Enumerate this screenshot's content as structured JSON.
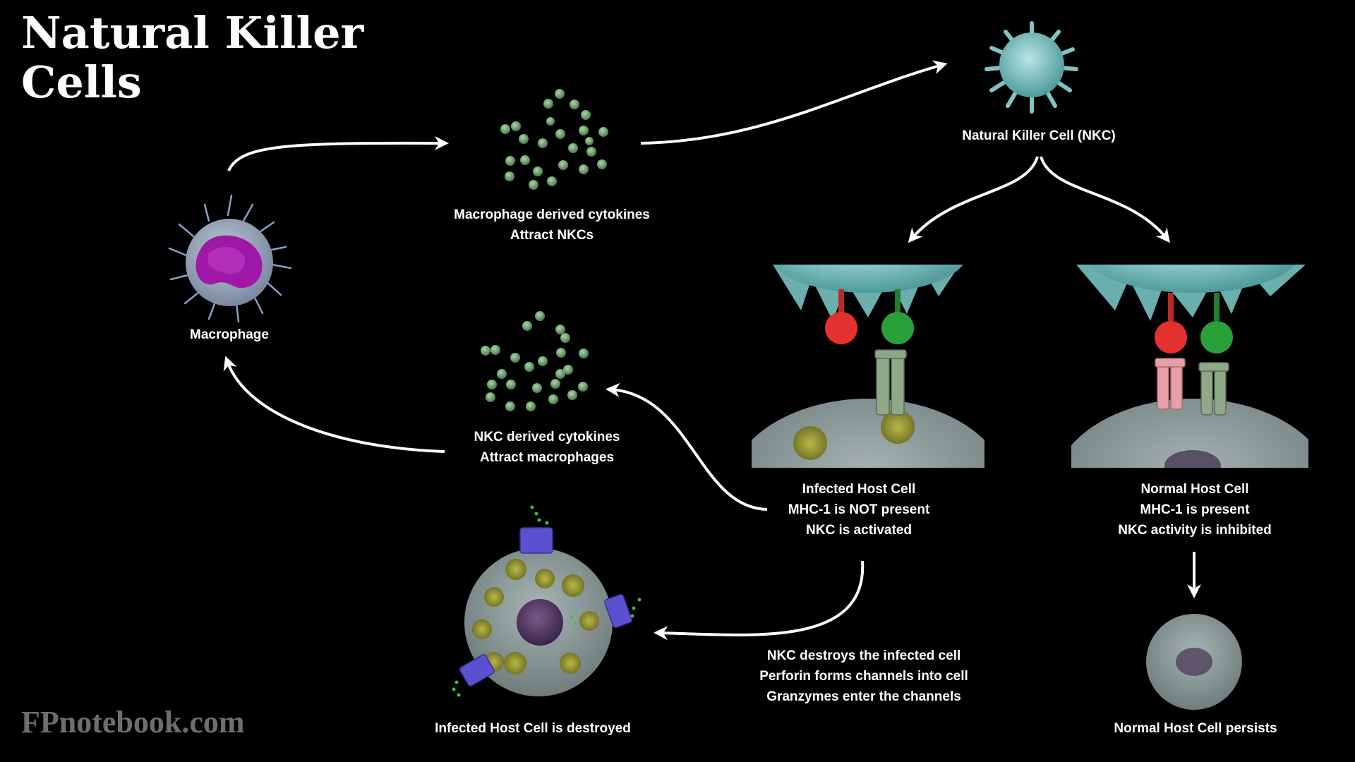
{
  "title": {
    "line1": "Natural Killer",
    "line2": "Cells"
  },
  "watermark": "FPnotebook.com",
  "labels": {
    "macrophage": "Macrophage",
    "macrophage_cytokines": {
      "line1": "Macrophage derived cytokines",
      "line2": "Attract NKCs"
    },
    "nkc": "Natural Killer Cell (NKC)",
    "nkc_cytokines": {
      "line1": "NKC derived cytokines",
      "line2": "Attract macrophages"
    },
    "infected": {
      "line1": "Infected Host Cell",
      "line2": "MHC-1 is NOT present",
      "line3": "NKC is activated"
    },
    "normal": {
      "line1": "Normal Host Cell",
      "line2": "MHC-1 is present",
      "line3": "NKC activity is inhibited"
    },
    "destroy": {
      "line1": "NKC destroys the infected cell",
      "line2": "Perforin  forms channels into cell",
      "line3": "Granzymes enter the channels"
    },
    "destroyed": "Infected Host Cell is destroyed",
    "persists": "Normal Host Cell persists"
  },
  "colors": {
    "nkc_cell": "#7fc4c4",
    "cytokine": "#6fa36f",
    "macrophage_nucleus": "#a020a0",
    "inhibitory_receptor": "#e02828",
    "activating_receptor": "#2a9a3a",
    "host_cell": "#8a9a9a",
    "perforin": "#6a5acd",
    "virus": "#9a9a2a"
  }
}
